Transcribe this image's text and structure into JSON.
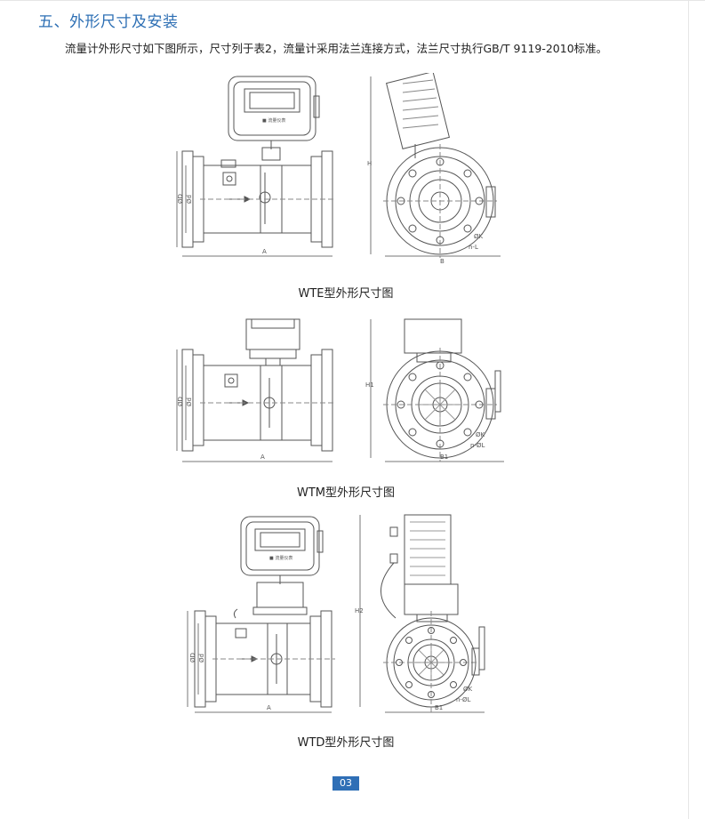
{
  "section": {
    "title": "五、外形尺寸及安装"
  },
  "intro": {
    "text": "流量计外形尺寸如下图所示，尺寸列于表2，流量计采用法兰连接方式，法兰尺寸执行GB/T 9119-2010标准。"
  },
  "figures": [
    {
      "caption": "WTE型外形尺寸图",
      "labels": {
        "length": "A",
        "height": "H",
        "width": "B",
        "outer_dia": "ØD",
        "inner_dia": "Ød",
        "bolt_circle": "ØK",
        "bolt_holes": "n-L"
      }
    },
    {
      "caption": "WTM型外形尺寸图",
      "labels": {
        "length": "A",
        "height": "H1",
        "width": "B1",
        "outer_dia": "ØD",
        "inner_dia": "Ød",
        "bolt_circle": "ØK",
        "bolt_holes": "n-ØL"
      }
    },
    {
      "caption": "WTD型外形尺寸图",
      "labels": {
        "length": "A",
        "height": "H2",
        "width": "B1",
        "outer_dia": "ØD",
        "inner_dia": "Ød",
        "bolt_circle": "ØK",
        "bolt_holes": "n-ØL"
      }
    }
  ],
  "page": {
    "number": "03"
  }
}
